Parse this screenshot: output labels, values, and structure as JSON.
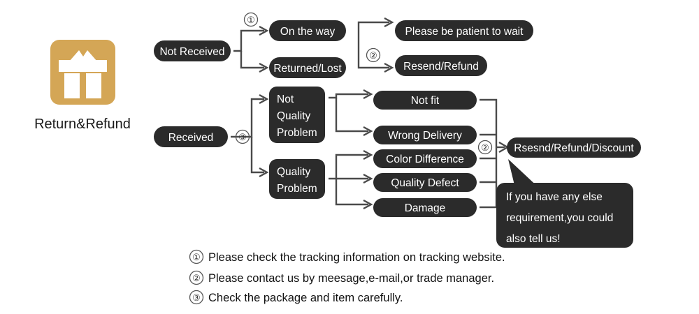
{
  "diagram": {
    "title_icon": {
      "label": "Return&Refund",
      "icon_name": "gift-box-icon",
      "bg_color": "#d4a656",
      "fg_color": "#ffffff"
    },
    "colors": {
      "node_fill": "#2b2b2b",
      "node_text": "#ffffff",
      "connector": "#4a4a4a",
      "marker": "#555555",
      "background": "#ffffff"
    },
    "branches": [
      {
        "root": "Not Received",
        "marker": "①",
        "stages": [
          {
            "label": "On the way"
          },
          {
            "label": "Returned/Lost"
          }
        ],
        "second_marker": "②",
        "outcomes": [
          {
            "label": "Please be patient to wait"
          },
          {
            "label": "Resend/Refund"
          }
        ]
      },
      {
        "root": "Received",
        "marker": "③",
        "categories": [
          {
            "label_lines": [
              "Not",
              "Quality",
              "Problem"
            ]
          },
          {
            "label_lines": [
              "Quality",
              "Problem"
            ]
          }
        ],
        "second_marker": "②",
        "reasons": [
          {
            "label": "Not fit"
          },
          {
            "label": "Wrong Delivery"
          },
          {
            "label": "Color Difference"
          },
          {
            "label": "Quality Defect"
          },
          {
            "label": "Damage"
          }
        ],
        "final_outcome": {
          "label": "Rsesnd/Refund/Discount"
        }
      }
    ],
    "callout_bubble": {
      "lines": [
        "If you have any else",
        "requirement,you could",
        "also tell us!"
      ]
    },
    "footnotes": [
      {
        "marker": "①",
        "text": "Please check the tracking information on tracking website."
      },
      {
        "marker": "②",
        "text": "Please contact us by meesage,e-mail,or trade manager."
      },
      {
        "marker": "③",
        "text": "Check the package and item carefully."
      }
    ]
  }
}
